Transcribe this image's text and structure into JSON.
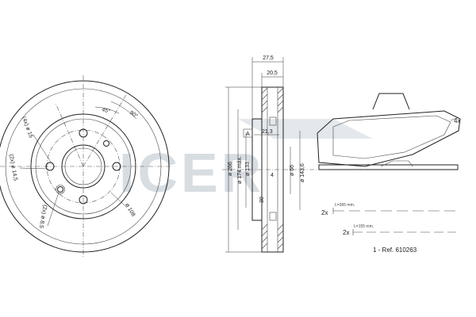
{
  "watermark": "ICER",
  "front_view": {
    "angle_1": "45°",
    "angle_2": "90°",
    "label_4x": "(4x) ø 15",
    "label_2x": "(2x) ø 14,5",
    "label_hub": "(2x) ø 8,5",
    "label_108": "ø 108"
  },
  "section_view": {
    "dim_27_5": "27,5",
    "dim_20_5": "20,5",
    "dim_21_3": "21,3",
    "dim_266": "ø 266",
    "dim_174": "ø 174 máx.",
    "dim_133": "ø 133",
    "dim_66": "ø 66",
    "dim_143_6": "ø 143,6",
    "dim_4": "4",
    "dim_30": "30",
    "label_a": "A"
  },
  "pad": {
    "qty": "4x",
    "wire_qty_1": "2x",
    "wire_len_1": "L=365 mm.",
    "wire_qty_2": "2x",
    "wire_len_2": "L=155 mm.",
    "ref": "1 - Ref. 610263"
  }
}
